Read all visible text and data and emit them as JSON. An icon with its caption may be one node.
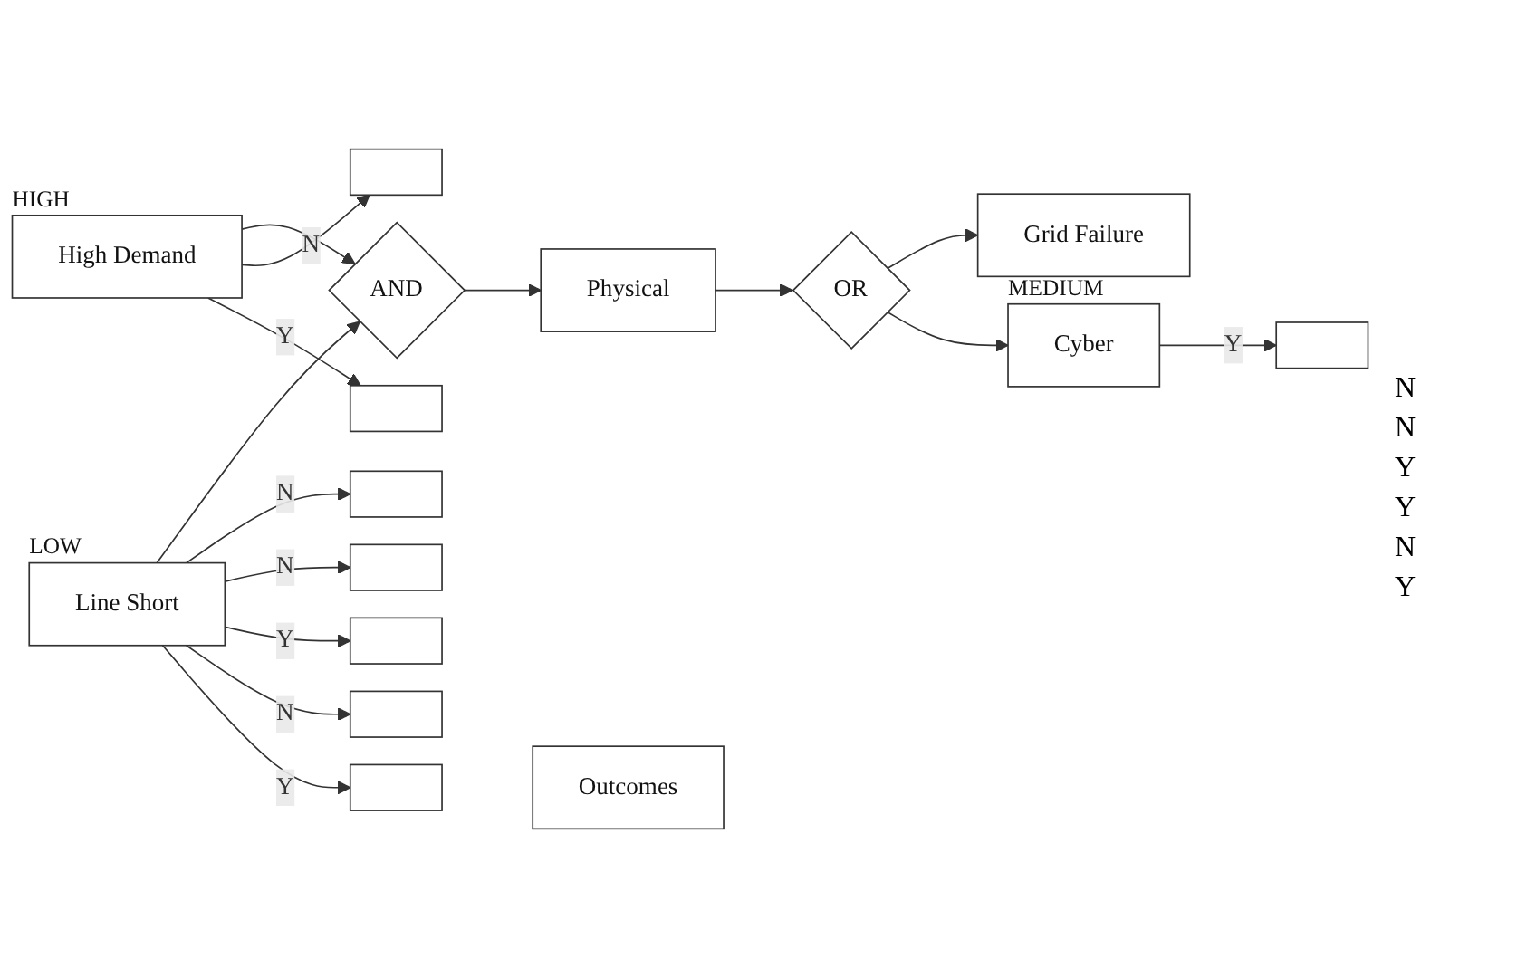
{
  "diagram": {
    "nodes": [
      {
        "text": [
          "Grid Failure"
        ]
      },
      {
        "text": [
          "Physical"
        ]
      },
      {
        "text": [
          "OR"
        ]
      },
      {
        "text": [
          "AND"
        ]
      },
      {
        "text": [
          "Line Short"
        ],
        "beside": [
          "LOW"
        ]
      },
      {
        "text": [
          "High Demand"
        ],
        "beside": [
          "HIGH"
        ]
      },
      {
        "text": [
          "Cyber"
        ],
        "beside": [
          "MEDIUM"
        ]
      },
      {
        "text": [
          "Outcomes"
        ]
      },
      {
        "text": [],
        "shape": "box"
      },
      {
        "text": [],
        "shape": "box"
      },
      {
        "text": [],
        "shape": "box"
      },
      {
        "text": [],
        "shape": "box"
      },
      {
        "text": [],
        "shape": "box"
      },
      {
        "text": [],
        "shape": "box"
      },
      {
        "text": [],
        "shape": "box"
      },
      {
        "text": [],
        "shape": "box"
      }
    ],
    "edges": [
      {
        "from": 2,
        "to": 0,
        "arrow": "to"
      },
      {
        "from": 1,
        "to": 2,
        "arrow": "to"
      },
      {
        "from": 2,
        "to": 6,
        "arrow": "to"
      },
      {
        "from": 3,
        "to": 1,
        "arrow": "to"
      },
      {
        "from": 4,
        "to": 3,
        "arrow": "to"
      },
      {
        "from": 5,
        "to": 3,
        "arrow": "to"
      },
      {
        "from": 4,
        "to": 8,
        "arrow": "to",
        "label": "N"
      },
      {
        "from": 6,
        "to": 9,
        "arrow": "to",
        "label": "Y"
      },
      {
        "from": 5,
        "to": 10,
        "arrow": "to",
        "label": "N"
      },
      {
        "from": 5,
        "to": 11,
        "arrow": "to",
        "label": "Y"
      },
      {
        "from": 4,
        "to": 12,
        "arrow": "to",
        "label": "N"
      },
      {
        "from": 4,
        "to": 13,
        "arrow": "to",
        "label": "Y"
      },
      {
        "from": 4,
        "to": 14,
        "arrow": "to",
        "label": "N"
      },
      {
        "from": 4,
        "to": 15,
        "arrow": "to",
        "label": "Y"
      }
    ],
    "labels": [
      "N",
      "N",
      "Y",
      "Y",
      "N",
      "Y"
    ]
  }
}
